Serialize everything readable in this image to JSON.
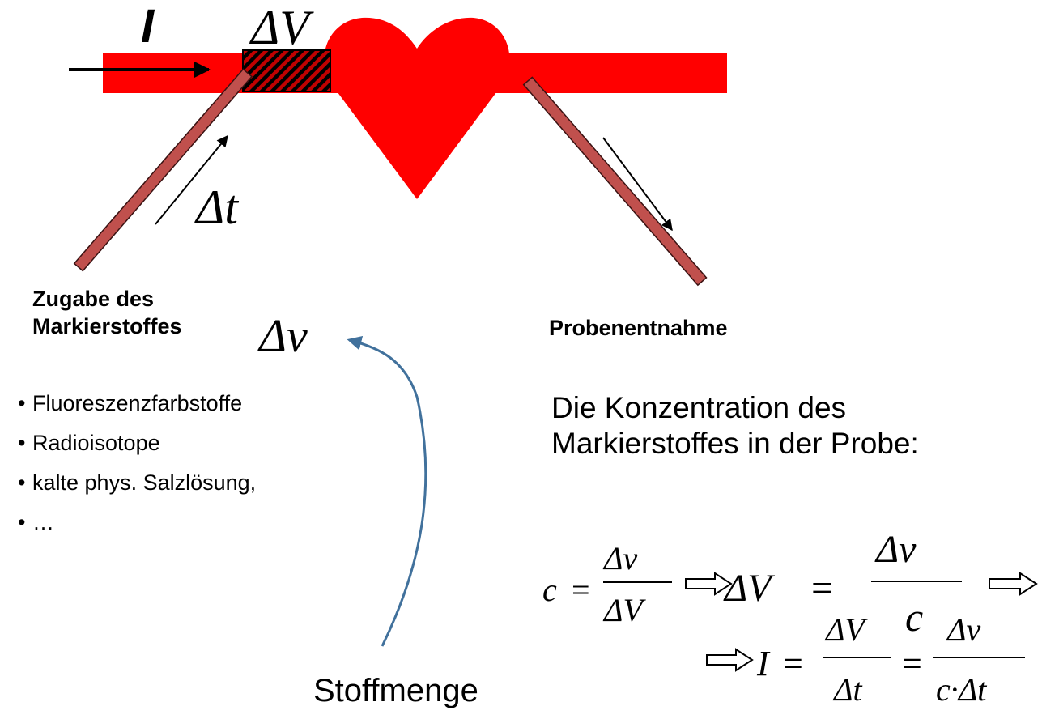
{
  "diagram": {
    "current_label": "I",
    "volume_label": "ΔV",
    "time_label": "Δt",
    "marker_label_line1": "Zugabe des",
    "marker_label_line2": "Markierstoffes",
    "marker_symbol": "Δν",
    "sampling_label": "Probenentnahme",
    "substance_amount_label": "Stoffmenge",
    "marker_examples": [
      "Fluoreszenzfarbstoffe",
      "Radioisotope",
      "kalte phys. Salzlösung,",
      "…"
    ],
    "concentration_text": "Die Konzentration des Markierstoffes in der Probe:"
  },
  "equations": {
    "eq1": {
      "lhs": "c",
      "eq": "=",
      "num": "Δν",
      "den": "ΔV"
    },
    "eq2": {
      "lhs": "ΔV",
      "eq": "=",
      "num": "Δν",
      "den": "c"
    },
    "eq3": {
      "lhs": "I",
      "eq": "=",
      "num1": "ΔV",
      "den1": "Δt",
      "eq2": "=",
      "num2": "Δν",
      "den2": "c·Δt"
    }
  },
  "colors": {
    "vessel": "#ff0000",
    "catheter": "#c0504d",
    "arrow": "#000000",
    "curve": "#41719c"
  }
}
